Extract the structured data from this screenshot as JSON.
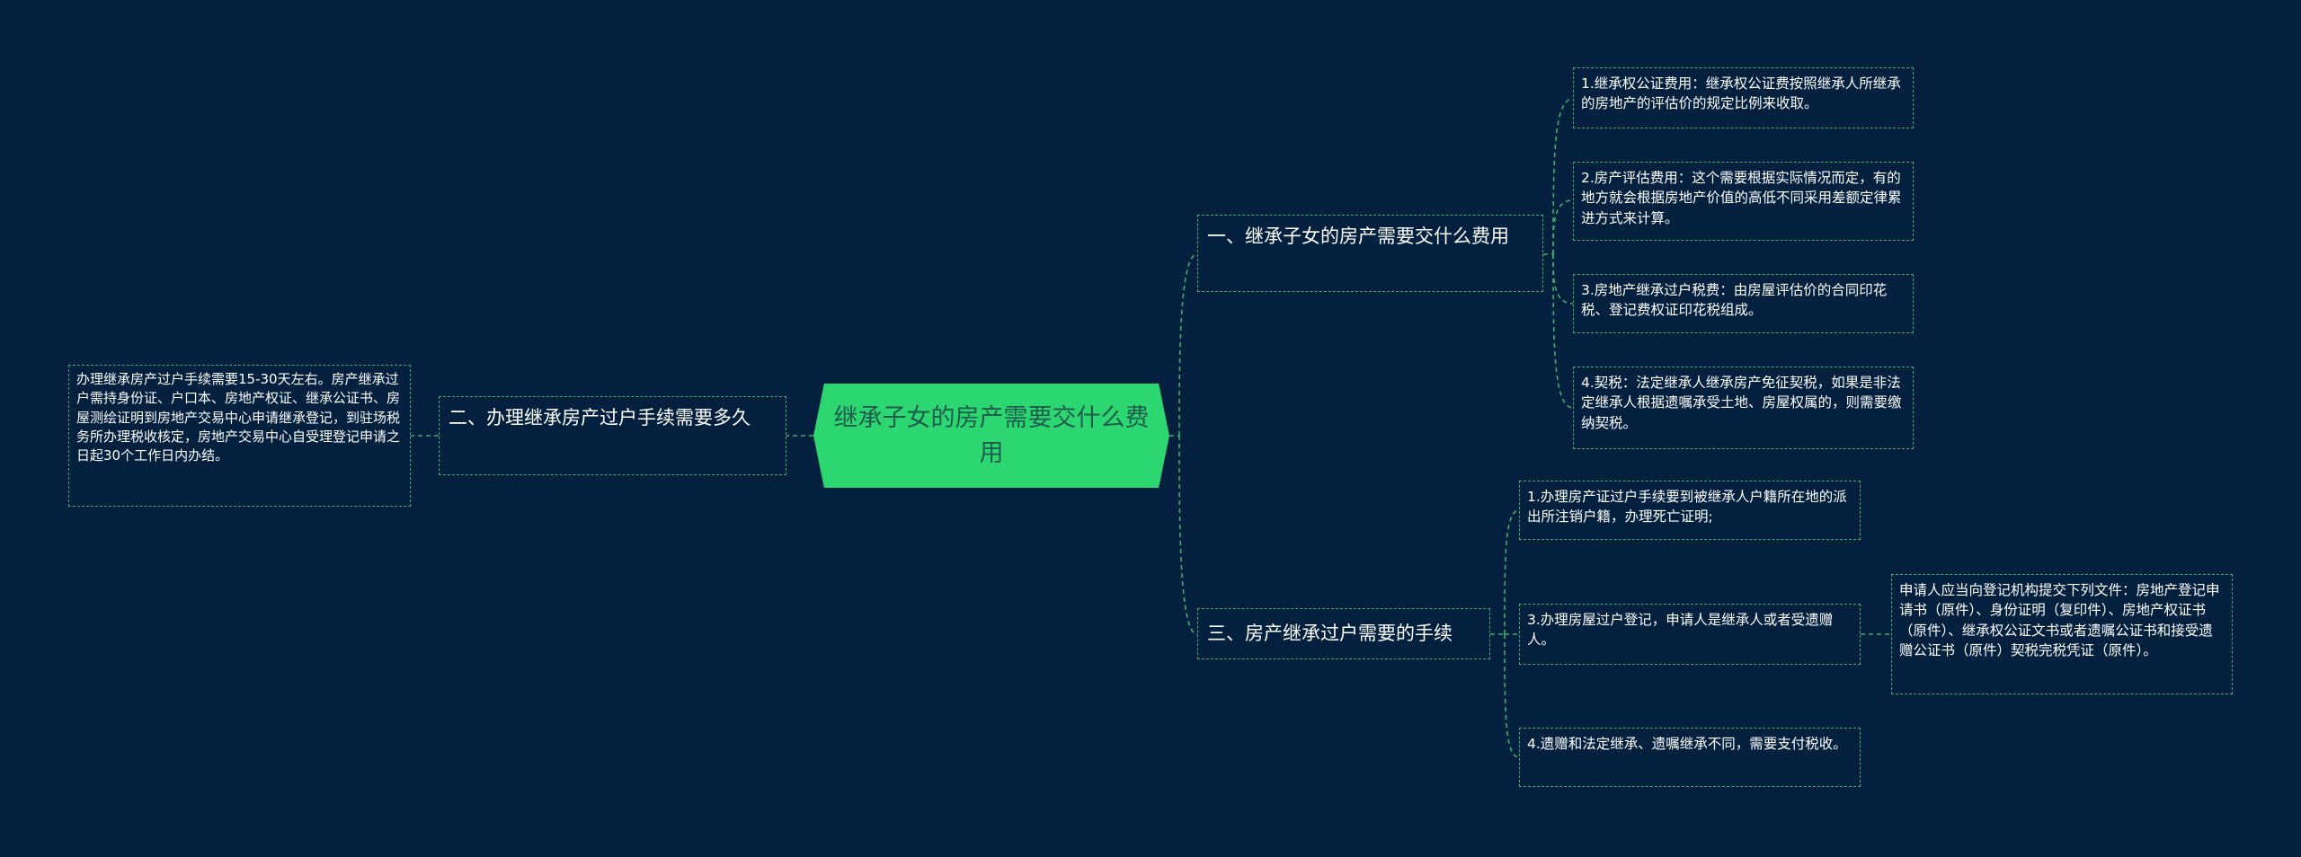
{
  "root": {
    "title": "继承子女的房产需要交什么费用"
  },
  "branches": {
    "fees": {
      "title": "一、继承子女的房产需要交什么费用"
    },
    "time": {
      "title": "二、办理继承房产过户手续需要多久"
    },
    "procedure": {
      "title": "三、房产继承过户需要的手续"
    }
  },
  "leaves": {
    "fees": [
      "1.继承权公证费用：继承权公证费按照继承人所继承的房地产的评估价的规定比例来收取。",
      "2.房产评估费用：这个需要根据实际情况而定，有的地方就会根据房地产价值的高低不同采用差额定律累进方式来计算。",
      "3.房地产继承过户税费：由房屋评估价的合同印花税、登记费权证印花税组成。",
      "4.契税：法定继承人继承房产免征契税，如果是非法定继承人根据遗嘱承受土地、房屋权属的，则需要缴纳契税。"
    ],
    "time": [
      "办理继承房产过户手续需要15-30天左右。房产继承过户需持身份证、户口本、房地产权证、继承公证书、房屋测绘证明到房地产交易中心申请继承登记，到驻场税务所办理税收核定，房地产交易中心自受理登记申请之日起30个工作日内办结。"
    ],
    "procedure": [
      "1.办理房产证过户手续要到被继承人户籍所在地的派出所注销户籍，办理死亡证明;",
      "3.办理房屋过户登记，申请人是继承人或者受遗赠人。",
      "4.遗赠和法定继承、遗嘱继承不同，需要支付税收。"
    ],
    "documents": [
      "申请人应当向登记机构提交下列文件：房地产登记申请书（原件）、身份证明（复印件）、房地产权证书（原件）、继承权公证文书或者遗嘱公证书和接受遗赠公证书（原件）契税完税凭证（原件）。"
    ]
  },
  "colors": {
    "background": "#03213f",
    "root_fill": "#2cd671",
    "root_text": "#1e5c4b",
    "border": "#3fae6a",
    "text": "#ffffff"
  }
}
